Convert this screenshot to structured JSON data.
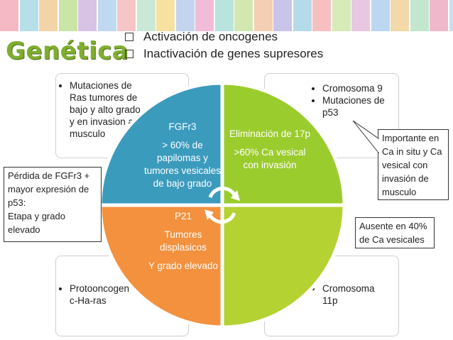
{
  "title": "Genética",
  "bullets": [
    "Activación de oncogenes",
    "Inactivación de genes supresores"
  ],
  "colors": {
    "blue": "#3b9bbd",
    "green": "#9bcc2e",
    "orange": "#f3913e",
    "yellowgreen": "#b4d232",
    "title": "#7fae2e",
    "tiles": [
      "#f4b9c5",
      "#b7dfe7",
      "#f3d4a8",
      "#c9e6a6",
      "#d9c3e4",
      "#bfd9f1",
      "#f6c6c6",
      "#cbe8d6",
      "#f7e1a1",
      "#c4d4ef",
      "#f1bcd8",
      "#b9e3dd",
      "#d3e8b0",
      "#f4cfb3",
      "#c8c4ea",
      "#b4dbe9",
      "#f7c0c0",
      "#d6ebb8",
      "#e8c7e3",
      "#bcd7ef",
      "#f3d9a9",
      "#c3e6cf",
      "#f0b8cb",
      "#c6dff2"
    ]
  },
  "panels": {
    "top_left": [
      "Mutaciones de Ras tumores de bajo y alto grado, y en invasion al musculo"
    ],
    "top_right": [
      "Cromosoma 9",
      "Mutaciones de p53"
    ],
    "bottom_left": [
      "Protooncogen c-Ha-ras"
    ],
    "bottom_right": [
      "Cromosoma 11p"
    ]
  },
  "circle": {
    "top_left": [
      "FGFr3",
      "> 60% de papilomas y tumores vesicales de bajo grado"
    ],
    "top_right": [
      "Eliminación de 17p",
      ">60% Ca vesical con invasión"
    ],
    "bottom_left": [
      "P21",
      "Tumores displasicos",
      "Y grado elevado"
    ],
    "bottom_right": []
  },
  "notes": {
    "left": "Pérdida de FGFr3 + mayor expresión de p53:\nEtapa y grado elevado",
    "right_top": "Importante en Ca in situ y Ca vesical con invasión de musculo",
    "right_bottom": "Ausente en 40% de Ca vesicales"
  }
}
